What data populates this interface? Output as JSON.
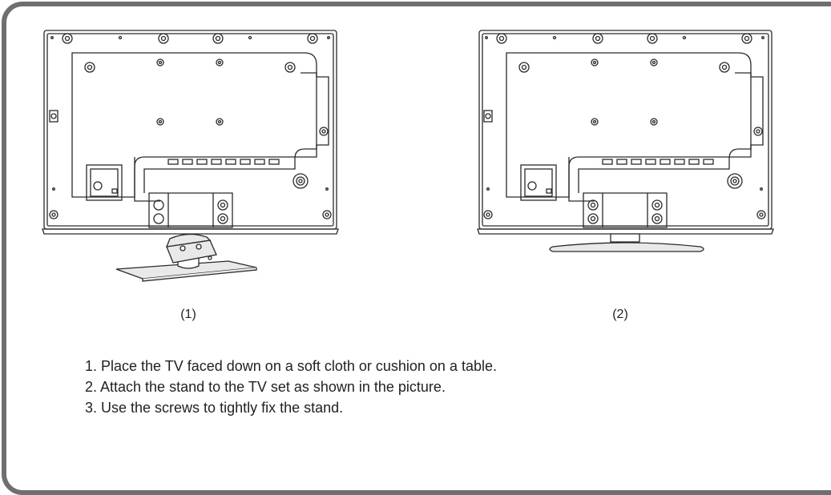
{
  "figures": [
    {
      "caption": "(1)",
      "stand": "unattached"
    },
    {
      "caption": "(2)",
      "stand": "attached"
    }
  ],
  "instructions": [
    "1. Place the TV faced down on a soft cloth or cushion on a table.",
    "2. Attach the stand to the TV set as shown in the picture.",
    "3. Use the screws to tightly fix the stand."
  ],
  "colors": {
    "frame": "#6f6f6f",
    "line": "#2a2a2a",
    "stand_fill": "#e9e9e9"
  }
}
